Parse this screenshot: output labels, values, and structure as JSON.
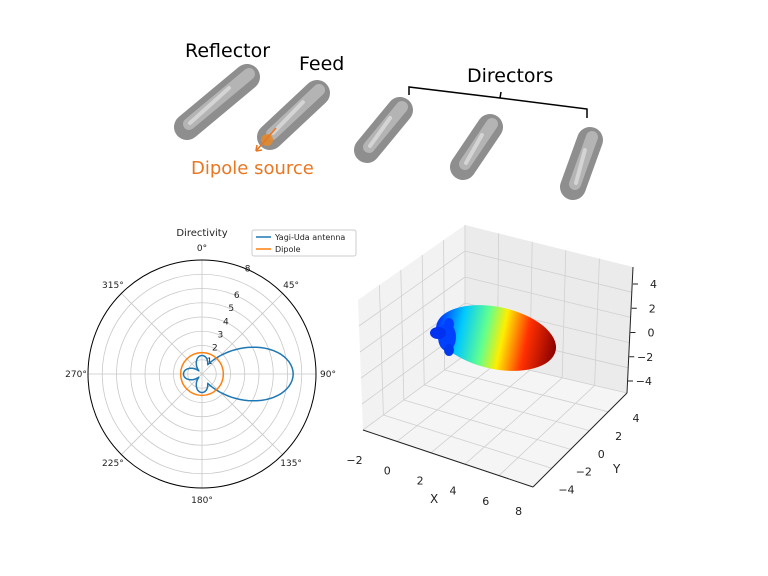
{
  "diagram": {
    "labels": {
      "reflector": "Reflector",
      "feed": "Feed",
      "directors": "Directors",
      "dipole_source": "Dipole source"
    },
    "colors": {
      "element": "#9a9a9a",
      "source": "#e87722",
      "yagi": "#1f77b4",
      "dipole": "#ff7f0e"
    }
  },
  "polar_plot": {
    "title": "Directivity",
    "angle_labels": [
      "0°",
      "45°",
      "90°",
      "135°",
      "180°",
      "225°",
      "270°",
      "315°"
    ],
    "radial_labels": [
      "1",
      "2",
      "3",
      "4",
      "5",
      "6",
      "8"
    ],
    "legend": [
      "Yagi-Uda antenna",
      "Dipole"
    ],
    "rmax": 8,
    "dipole_radius": 1.5,
    "yagi_peak": 6.4
  },
  "plot3d": {
    "x_label": "X",
    "y_label": "Y",
    "x_ticks": [
      "−2",
      "0",
      "2",
      "4",
      "6",
      "8"
    ],
    "y_ticks": [
      "4",
      "2",
      "0",
      "−2",
      "−4"
    ],
    "z_ticks": [
      "4",
      "2",
      "0",
      "−2",
      "−4"
    ]
  }
}
